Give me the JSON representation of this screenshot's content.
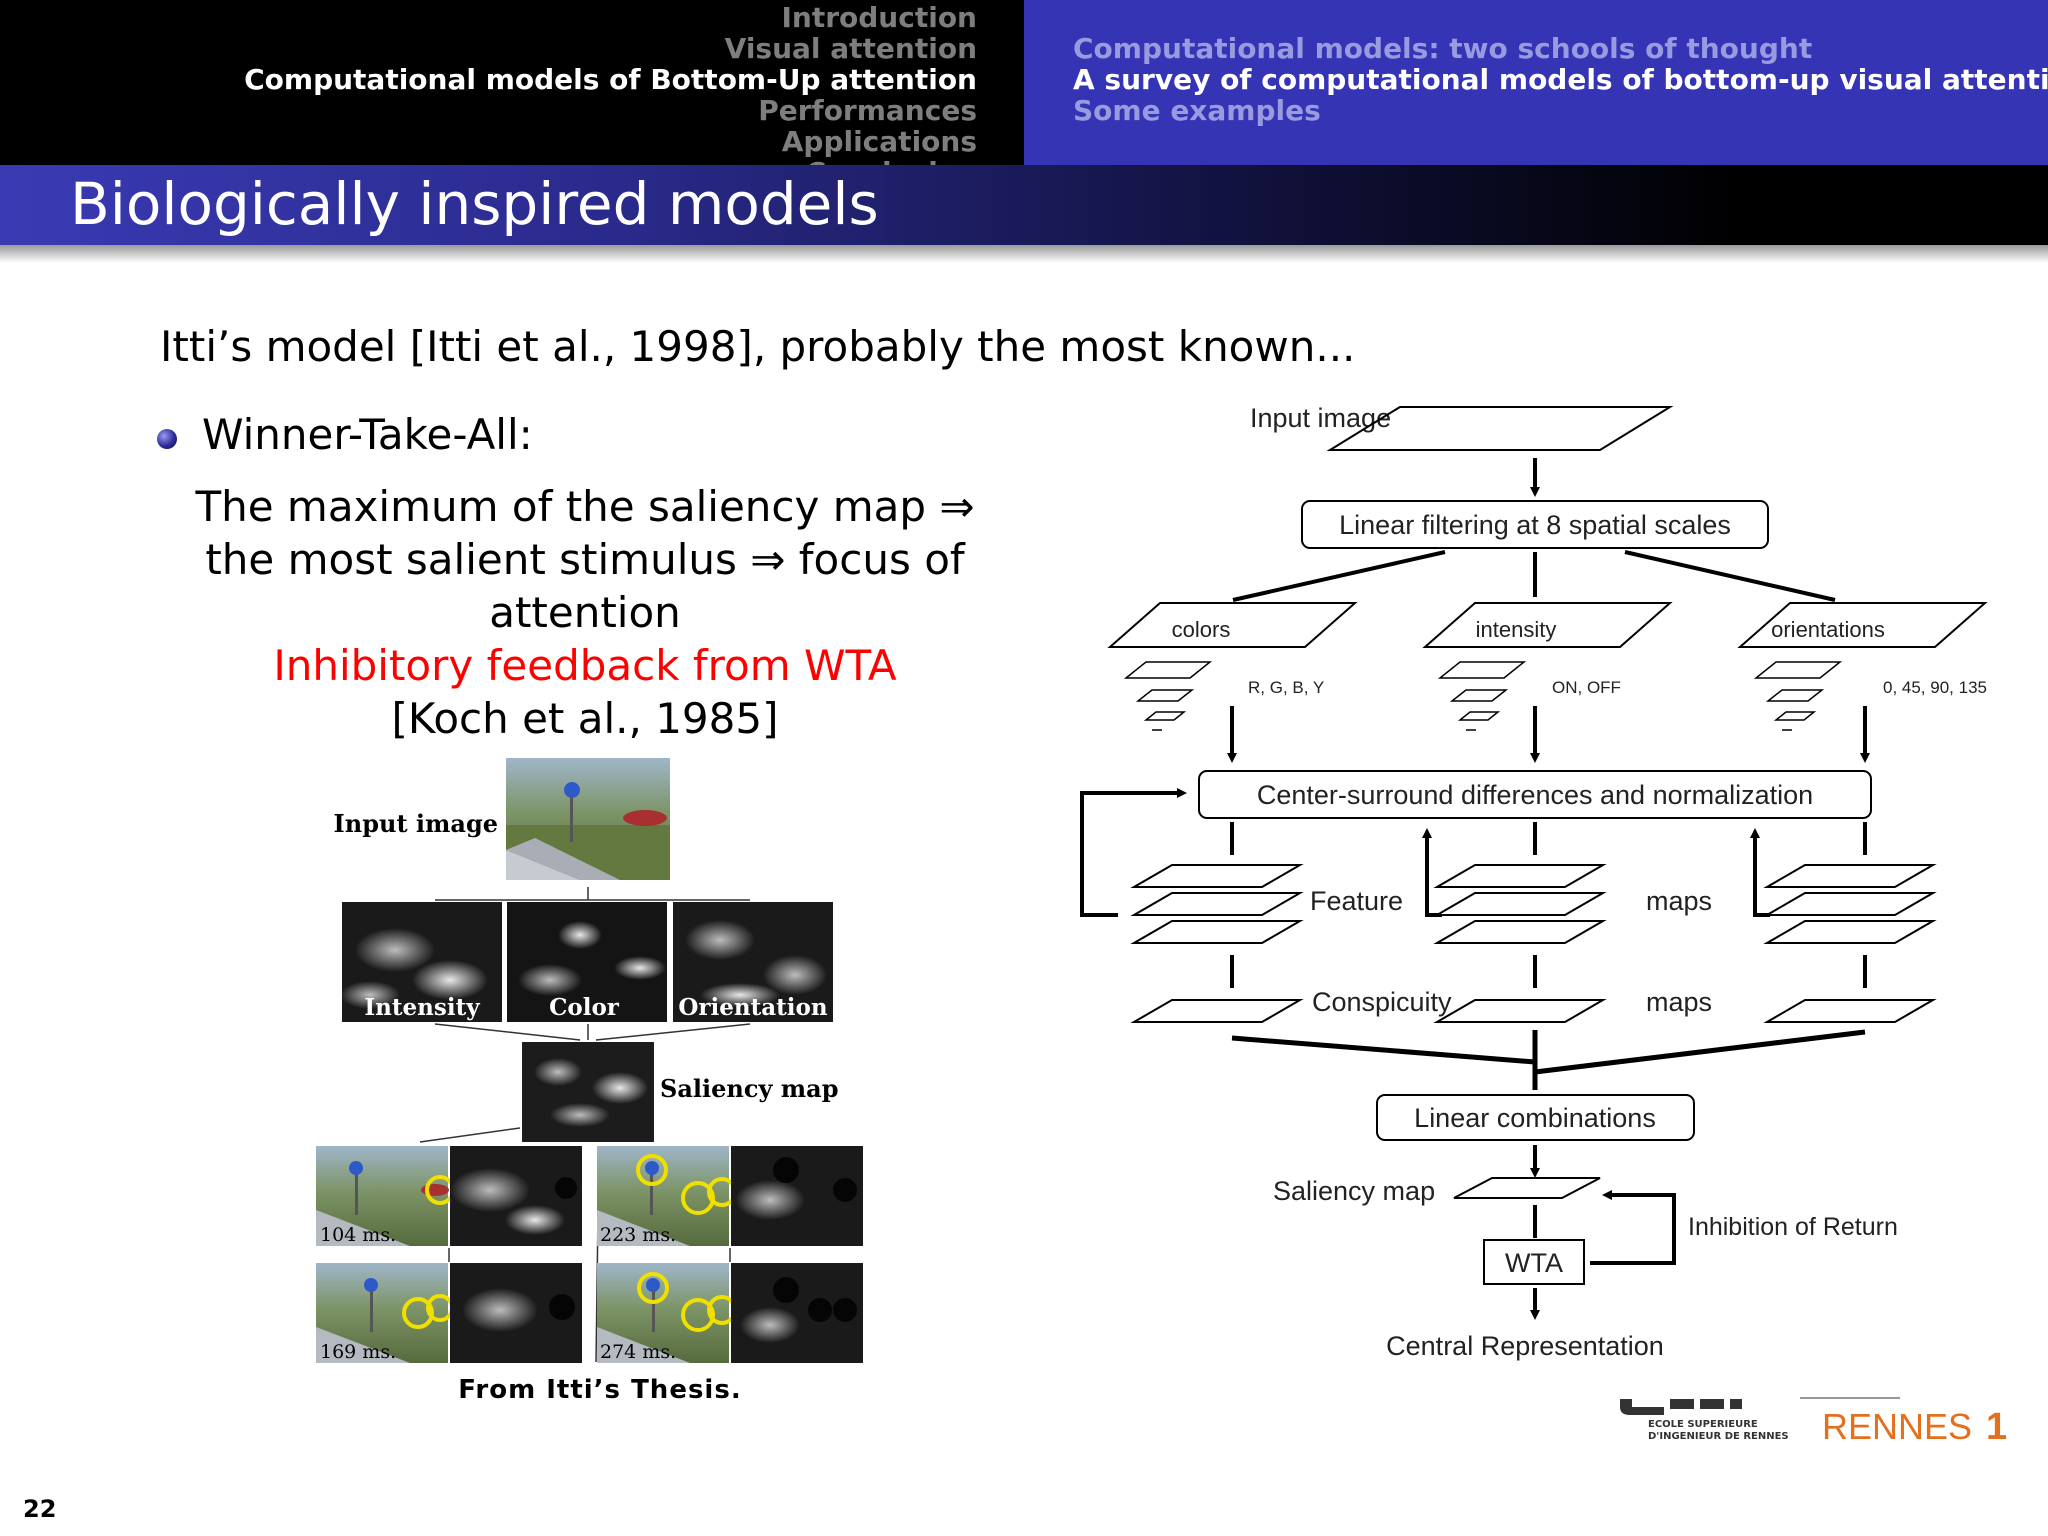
{
  "header": {
    "sections": [
      {
        "label": "Introduction",
        "active": false
      },
      {
        "label": "Visual attention",
        "active": false
      },
      {
        "label": "Computational models of Bottom-Up attention",
        "active": true
      },
      {
        "label": "Performances",
        "active": false
      },
      {
        "label": "Applications",
        "active": false
      },
      {
        "label": "Conclusion",
        "active": false
      }
    ],
    "subsections": [
      {
        "label": "Computational models: two schools of thought",
        "active": false
      },
      {
        "label": "A survey of computational models of bottom-up visual attention",
        "active": true
      },
      {
        "label": "Some examples",
        "active": false
      }
    ]
  },
  "slide": {
    "title": "Biologically inspired models",
    "intro": "Itti’s model [Itti et al., 1998], probably the most known...",
    "bullet_label": "Winner-Take-All:",
    "body_lines": [
      "The maximum of the saliency map ⇒",
      "the most salient stimulus ⇒ focus of",
      "attention"
    ],
    "highlight": "Inhibitory feedback from WTA",
    "citation": "[Koch et al., 1985]",
    "page_number": "22",
    "colors": {
      "highlight": "#ff0000",
      "header_blue": "#3434b4"
    }
  },
  "left_figure": {
    "input_label": "Input image",
    "map_labels": [
      "Intensity",
      "Color",
      "Orientation"
    ],
    "saliency_label": "Saliency map",
    "times": [
      "104 ms.",
      "223 ms.",
      "169 ms.",
      "274 ms."
    ],
    "caption": "From Itti’s Thesis."
  },
  "diagram": {
    "input_image": "Input image",
    "linear_filtering": "Linear filtering at 8 spatial scales",
    "channels": [
      "colors",
      "intensity",
      "orientations"
    ],
    "channel_params": [
      "R, G, B, Y",
      "ON, OFF",
      "0, 45, 90, 135"
    ],
    "center_surround": "Center-surround differences and normalization",
    "feature": "Feature",
    "maps": "maps",
    "conspicuity": "Conspicuity",
    "linear_combinations": "Linear combinations",
    "saliency_map": "Saliency map",
    "inhibition": "Inhibition of Return",
    "wta": "WTA",
    "central": "Central Representation"
  },
  "logos": {
    "esir_line1": "ECOLE SUPERIEURE",
    "esir_line2": "D'INGENIEUR DE RENNES",
    "rennes": "RENNES",
    "rennes_numeral": "1"
  }
}
